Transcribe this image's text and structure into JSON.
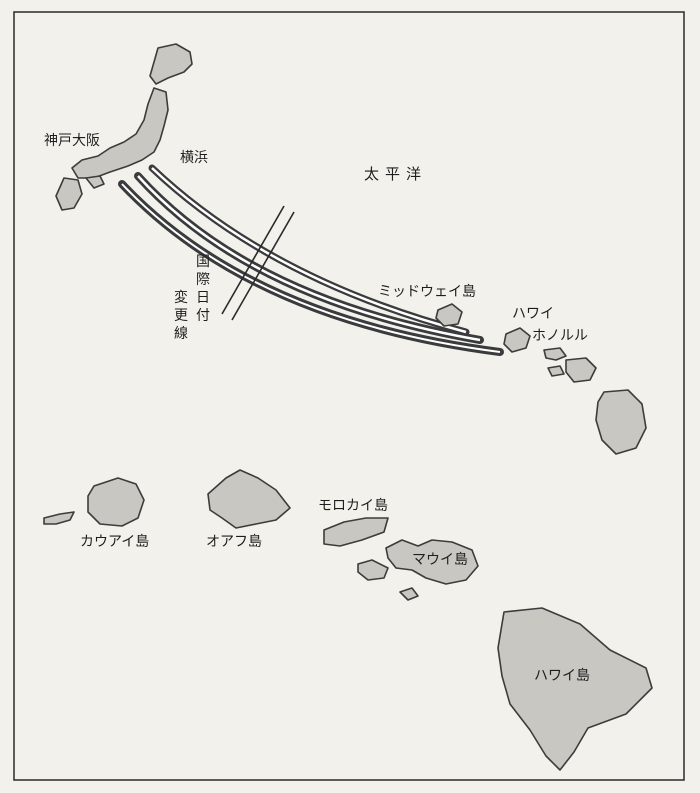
{
  "colors": {
    "paper": "#f3f1ec",
    "land": "#c9c7c2",
    "outline": "#3c3c3c",
    "route_dark": "#3a3b3d",
    "route_light": "#ffffff"
  },
  "labels": {
    "kobe_osaka": "神戸大阪",
    "yokohama": "横浜",
    "pacific_ocean": "太平洋",
    "midway": "ミッドウェイ島",
    "hawaii": "ハワイ",
    "honolulu": "ホノルル",
    "date_line": [
      "国",
      "際",
      "日",
      "付",
      "変",
      "更",
      "線"
    ],
    "kauai": "カウアイ島",
    "oahu": "オアフ島",
    "molokai": "モロカイ島",
    "maui": "マウイ島",
    "hawaii_island": "ハワイ島"
  }
}
